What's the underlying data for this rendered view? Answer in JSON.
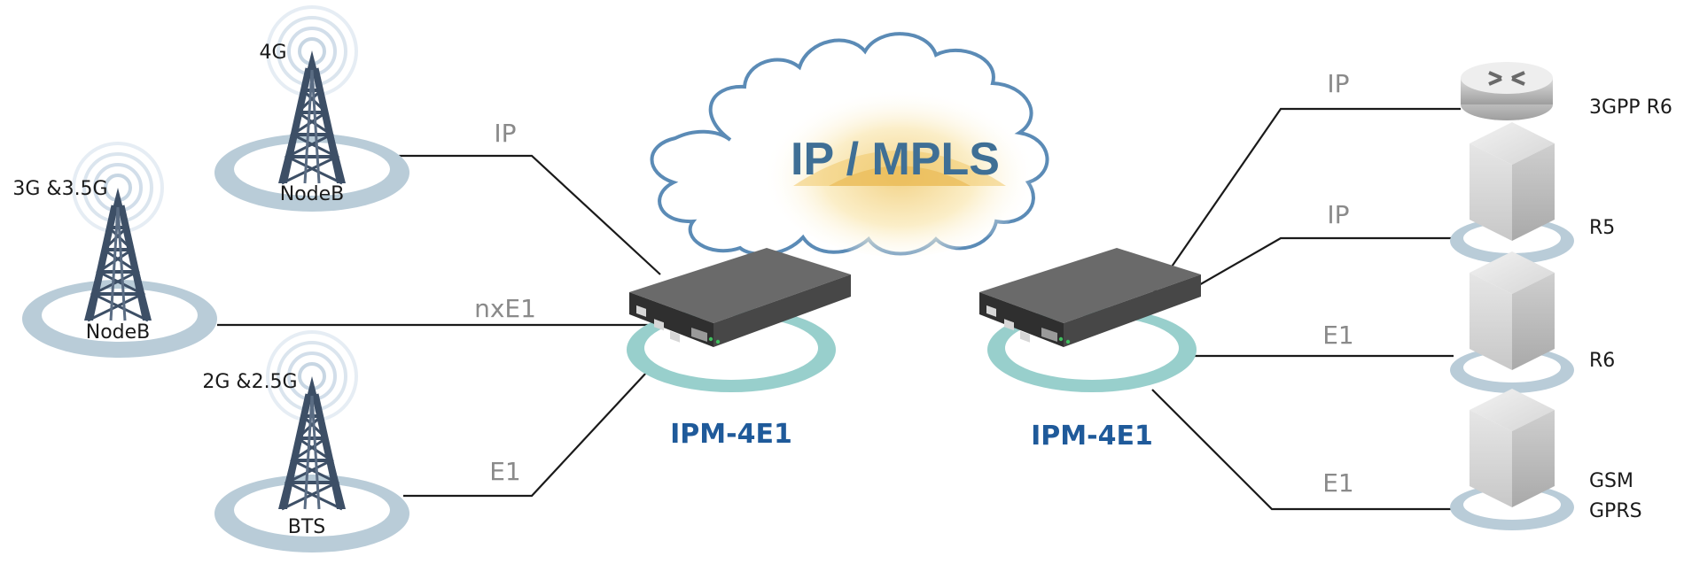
{
  "cloud": {
    "label": "IP / MPLS"
  },
  "left_sites": [
    {
      "tech": "4G",
      "name": "NodeB",
      "link": "IP"
    },
    {
      "tech": "3G &3.5G",
      "name": "NodeB",
      "link": "nxE1"
    },
    {
      "tech": "2G &2.5G",
      "name": "BTS",
      "link": "E1"
    }
  ],
  "gateways": [
    {
      "label": "IPM-4E1"
    },
    {
      "label": "IPM-4E1"
    }
  ],
  "right_sites": [
    {
      "name": "3GPP R6",
      "link": "IP",
      "icon": "router-icon"
    },
    {
      "name": "R5",
      "link": "IP",
      "icon": "server-icon"
    },
    {
      "name": "R6",
      "link": "E1",
      "icon": "server-icon"
    },
    {
      "name": "GSM",
      "name2": "GPRS",
      "link": "E1",
      "icon": "server-icon"
    }
  ],
  "colors": {
    "tower": "#3d4f66",
    "ring": "#b9ccd8",
    "teal_ring": "#98cfcc",
    "cloud_stroke": "#5b8bb6",
    "label_blue": "#1f5a9a"
  }
}
